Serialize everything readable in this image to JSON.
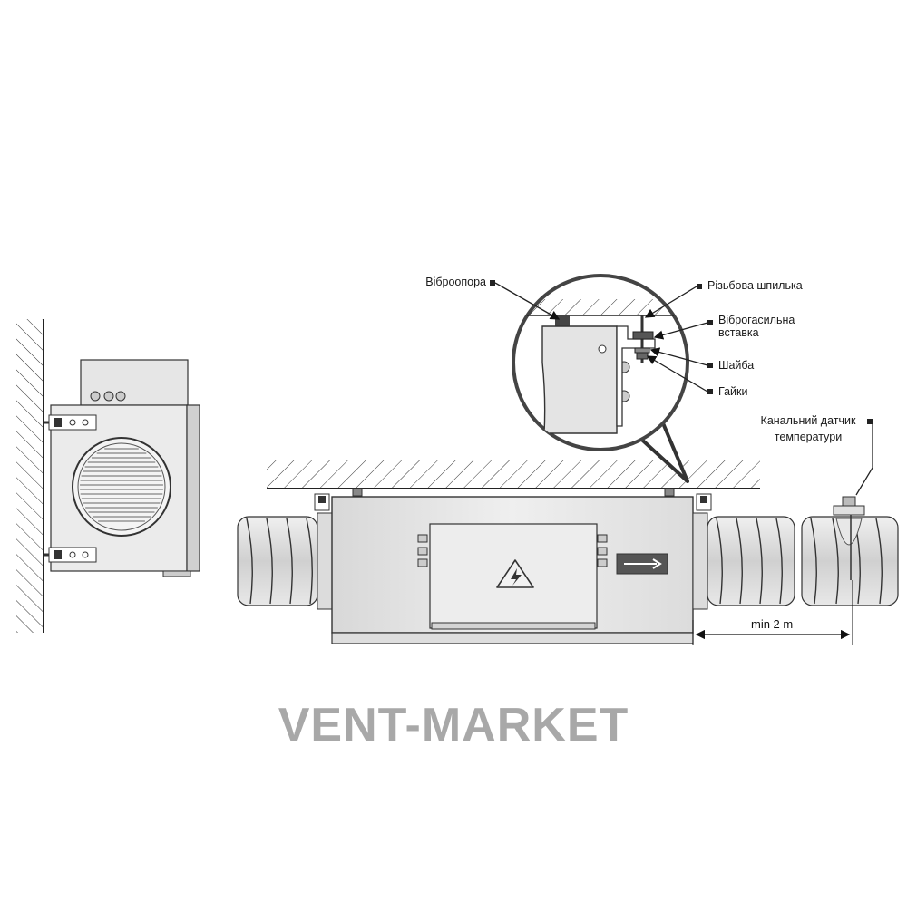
{
  "labels": {
    "vibration_mount": "Віброопора",
    "threaded_rod": "Різьбова шпилька",
    "damping_insert_line1": "Віброгасильна",
    "damping_insert_line2": "вставка",
    "washer": "Шайба",
    "nuts": "Гайки",
    "duct_sensor_line1": "Канальний датчик",
    "duct_sensor_line2": "температури"
  },
  "dimension": {
    "min_distance": "min 2 m"
  },
  "watermark": "VENT-MARKET",
  "icons": [
    "electric-hazard-icon",
    "airflow-arrow-icon"
  ],
  "colors": {
    "line": "#222222",
    "unit_fill": "#e6e6e6",
    "panel_fill": "#ececec",
    "duct_fill": "#d9d9d9",
    "watermark": "#a8a8a8"
  }
}
